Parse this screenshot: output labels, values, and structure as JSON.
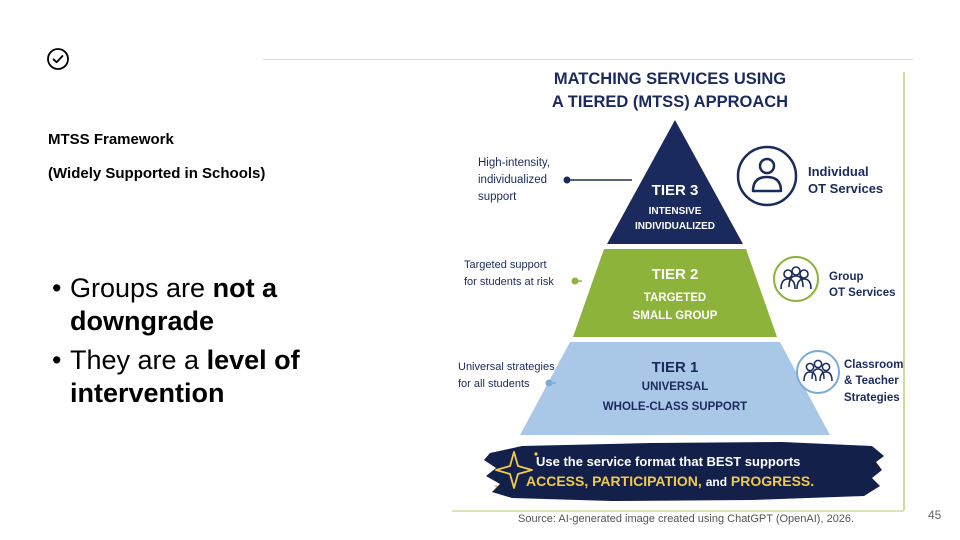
{
  "slide": {
    "title": "MTSS Framework",
    "subtitle": "(Widely Supported in Schools)",
    "bullets": [
      {
        "pre": "Groups are ",
        "bold": "not a downgrade"
      },
      {
        "pre": "They are a ",
        "bold": "level of intervention"
      }
    ],
    "source": "Source: AI-generated image created using ChatGPT (OpenAI), 2026.",
    "page_number": "45"
  },
  "graphic": {
    "title_line1": "MATCHING SERVICES USING",
    "title_line2": "A TIERED (MTSS) APPROACH",
    "tiers": [
      {
        "name": "TIER 3",
        "desc1": "INTENSIVE",
        "desc2": "INDIVIDUALIZED",
        "left1": "High-intensity,",
        "left2": "individualized",
        "left3": "support",
        "right1": "Individual",
        "right2": "OT Services",
        "icon": "person-icon",
        "color": "#1b2a5c"
      },
      {
        "name": "TIER 2",
        "desc1": "TARGETED",
        "desc2": "SMALL GROUP",
        "left1": "Targeted support",
        "left2": "for students at risk",
        "right1": "Group",
        "right2": "OT Services",
        "icon": "group-icon",
        "color": "#8db33a"
      },
      {
        "name": "TIER 1",
        "desc1": "UNIVERSAL",
        "desc2": "WHOLE-CLASS SUPPORT",
        "left1": "Universal strategies",
        "left2": "for all students",
        "right1": "Classroom",
        "right2": "& Teacher",
        "right3": "Strategies",
        "icon": "classroom-icon",
        "color": "#a9c8e8"
      }
    ],
    "banner_line1": "Use the service format that BEST supports",
    "banner_w1": "ACCESS,",
    "banner_w2": "PARTICIPATION,",
    "banner_w3": "and",
    "banner_w4": "PROGRESS."
  },
  "colors": {
    "navy": "#1b2a5c",
    "green": "#8db33a",
    "light_blue": "#a9c8e8",
    "gold": "#f2c94c"
  }
}
